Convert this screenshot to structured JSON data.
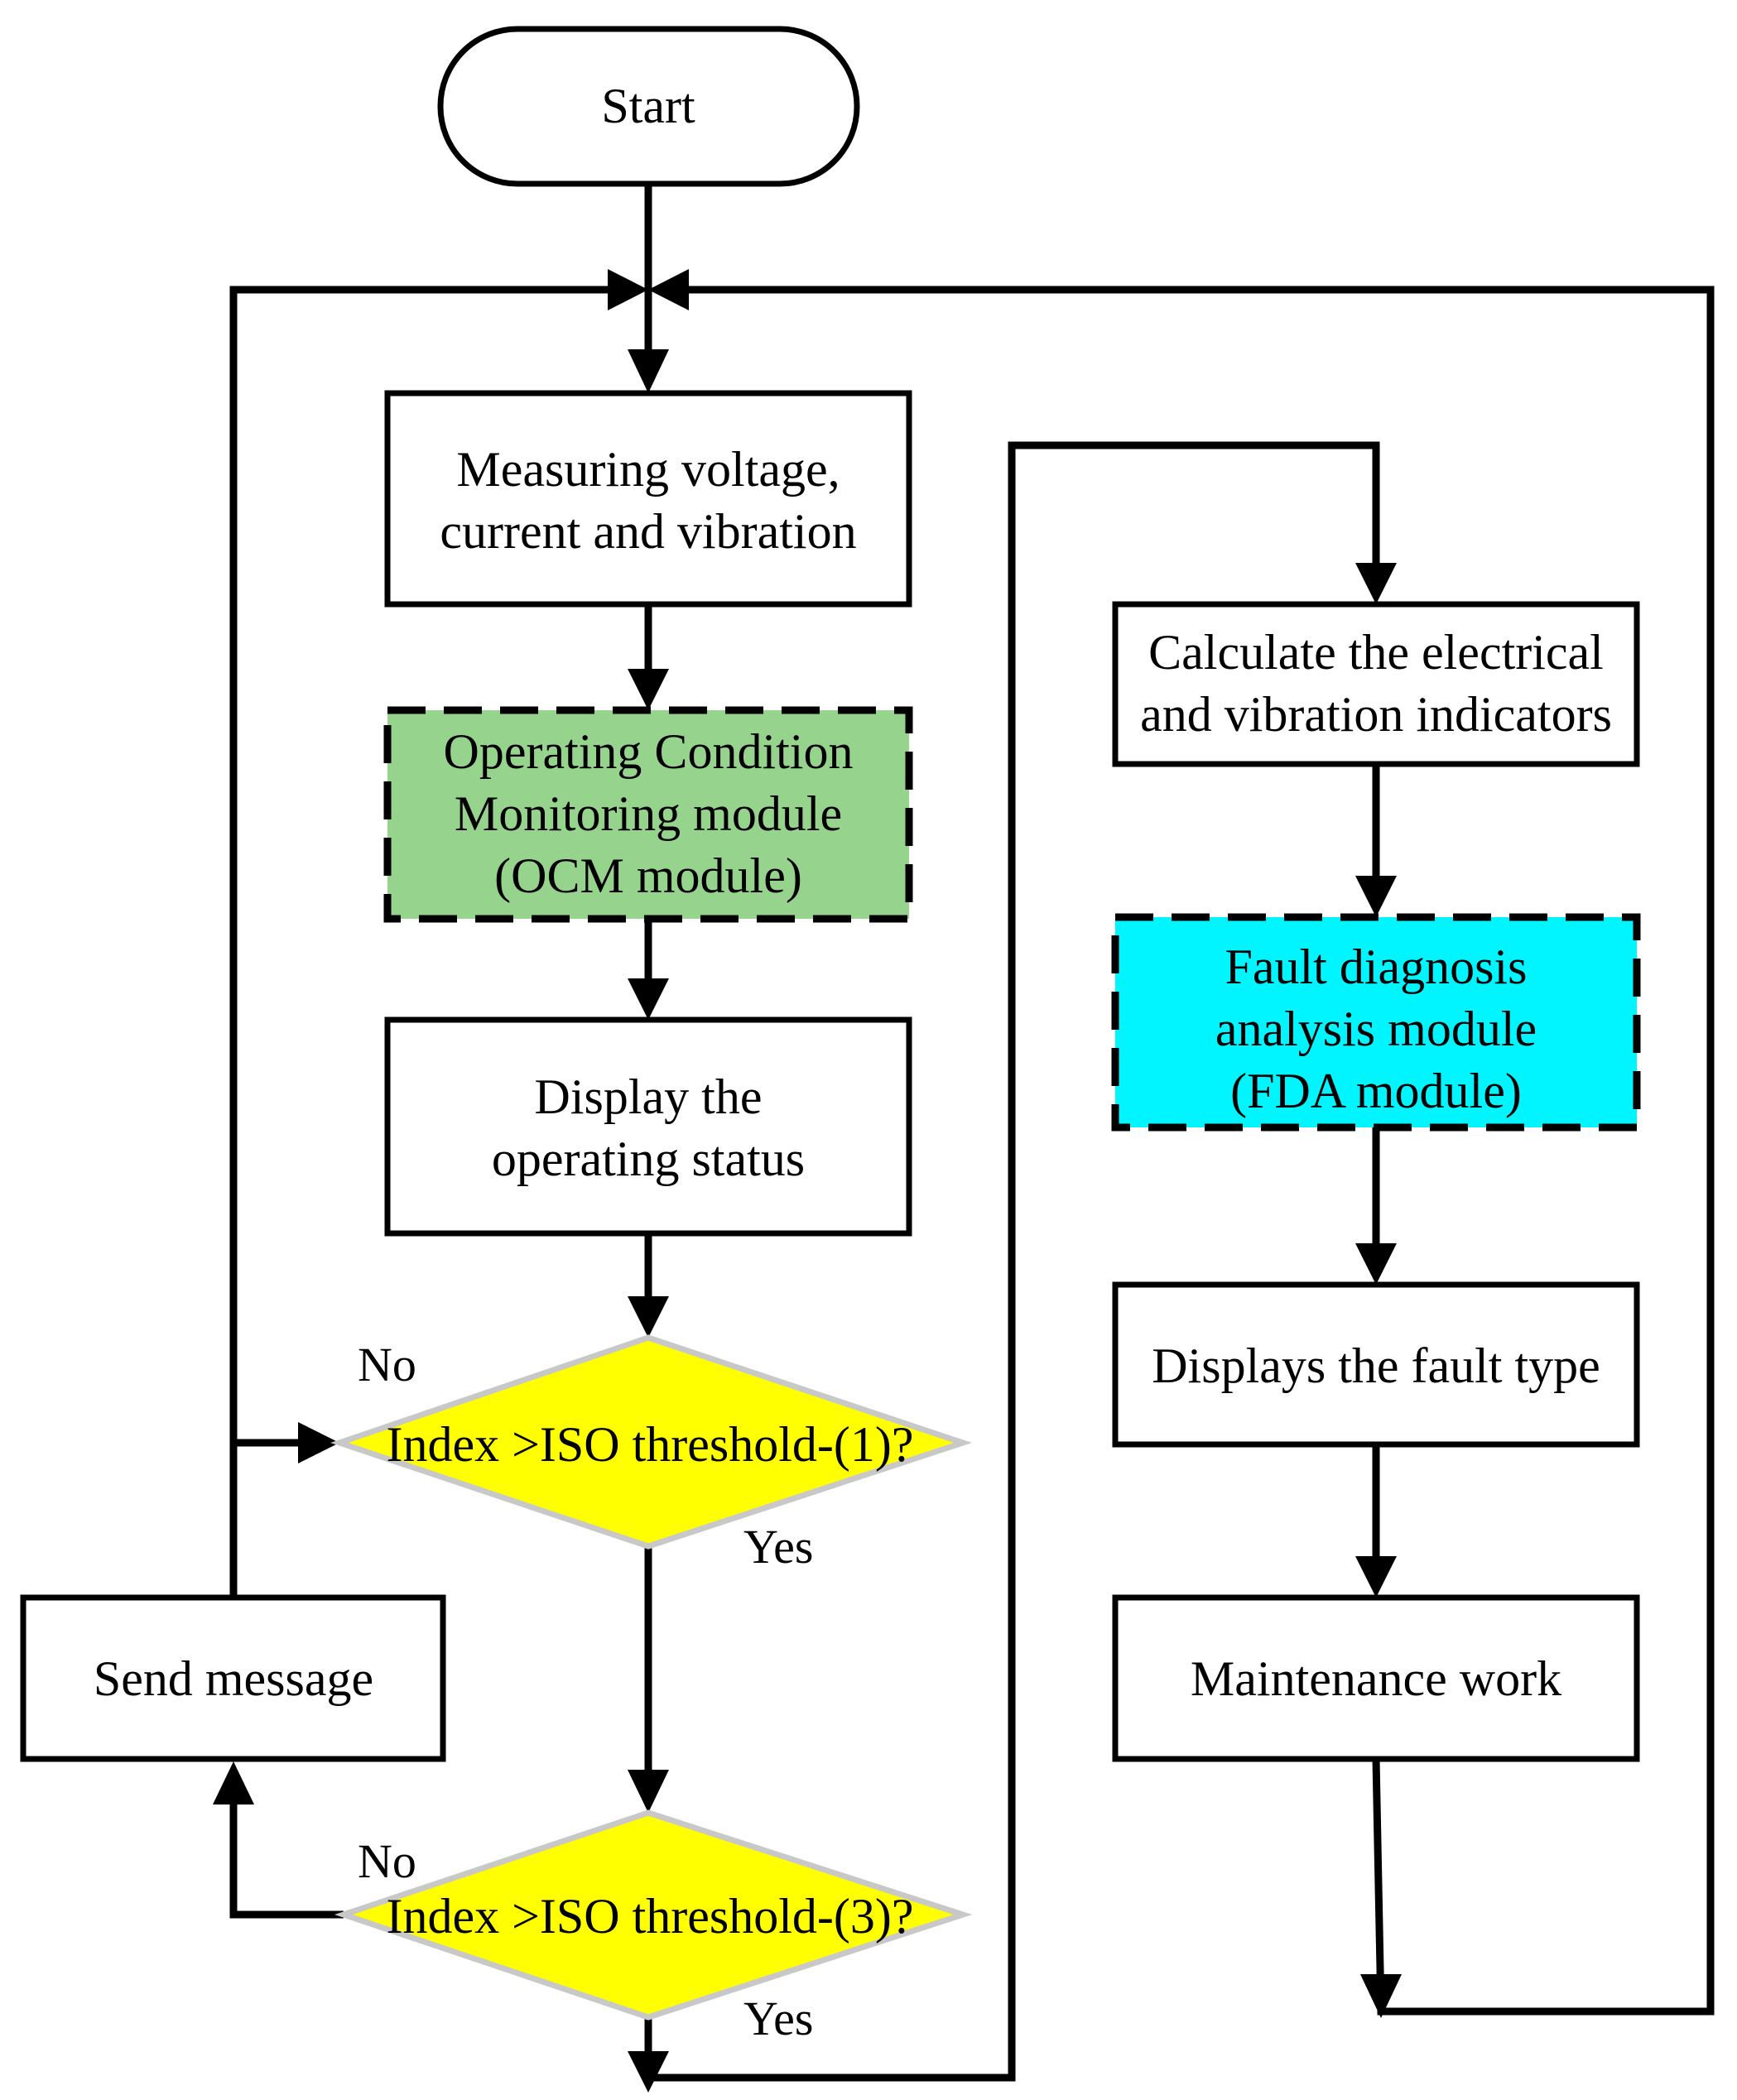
{
  "nodes": {
    "start": {
      "lines": [
        "Start"
      ]
    },
    "measure": {
      "lines": [
        "Measuring voltage,",
        "current and vibration"
      ]
    },
    "ocm": {
      "lines": [
        "Operating Condition",
        "Monitoring module",
        "(OCM module)"
      ],
      "fill": "#96d38c"
    },
    "display_status": {
      "lines": [
        "Display the",
        "operating status"
      ]
    },
    "decision1": {
      "lines": [
        "Index >ISO threshold-(1)?"
      ],
      "fill": "#ffff00"
    },
    "decision3": {
      "lines": [
        "Index >ISO threshold-(3)?"
      ],
      "fill": "#ffff00"
    },
    "send_message": {
      "lines": [
        "Send message"
      ]
    },
    "calculate": {
      "lines": [
        "Calculate the electrical",
        "and vibration indicators"
      ]
    },
    "fda": {
      "lines": [
        "Fault diagnosis",
        "analysis module",
        "(FDA module)"
      ],
      "fill": "#00f5ff"
    },
    "fault_type": {
      "lines": [
        "Displays the fault type"
      ]
    },
    "maintenance": {
      "lines": [
        "Maintenance work"
      ]
    }
  },
  "edge_labels": {
    "d1_no": "No",
    "d1_yes": "Yes",
    "d3_no": "No",
    "d3_yes": "Yes"
  }
}
